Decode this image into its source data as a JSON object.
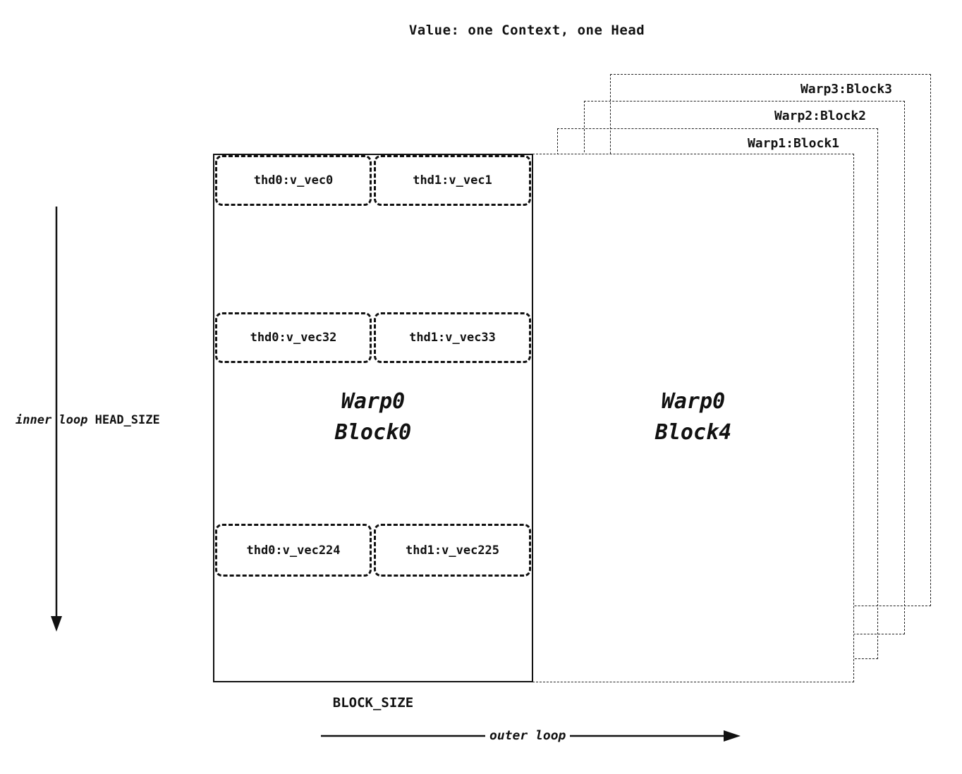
{
  "title": "Value: one Context, one Head",
  "stacked_blocks": [
    {
      "label": "Warp3:Block3"
    },
    {
      "label": "Warp2:Block2"
    },
    {
      "label": "Warp1:Block1"
    }
  ],
  "block0": {
    "name_line1": "Warp0",
    "name_line2": "Block0",
    "vec_rows": [
      {
        "left": "thd0:v_vec0",
        "right": "thd1:v_vec1"
      },
      {
        "left": "thd0:v_vec32",
        "right": "thd1:v_vec33"
      },
      {
        "left": "thd0:v_vec224",
        "right": "thd1:v_vec225"
      }
    ]
  },
  "block4": {
    "name_line1": "Warp0",
    "name_line2": "Block4"
  },
  "labels": {
    "inner_loop": "inner loop",
    "head_size": "HEAD_SIZE",
    "block_size": "BLOCK_SIZE",
    "outer_loop": "outer loop"
  }
}
